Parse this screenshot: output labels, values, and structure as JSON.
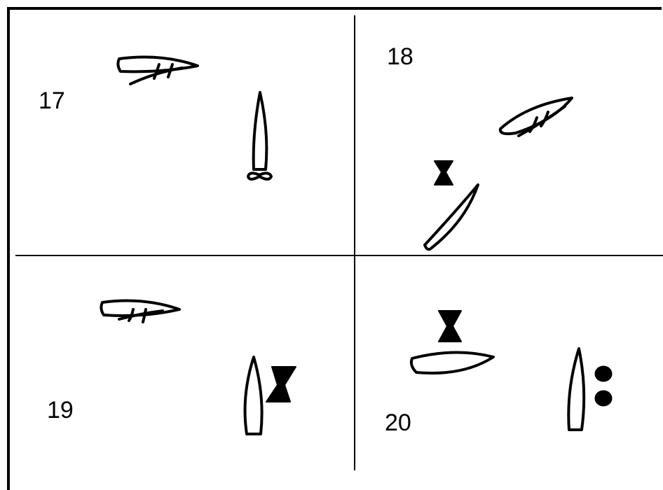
{
  "panels": [
    {
      "id": "17",
      "label": "17"
    },
    {
      "id": "18",
      "label": "18"
    },
    {
      "id": "19",
      "label": "19"
    },
    {
      "id": "20",
      "label": "20"
    }
  ],
  "colors": {
    "ink": "#000000",
    "paper": "#ffffff"
  }
}
